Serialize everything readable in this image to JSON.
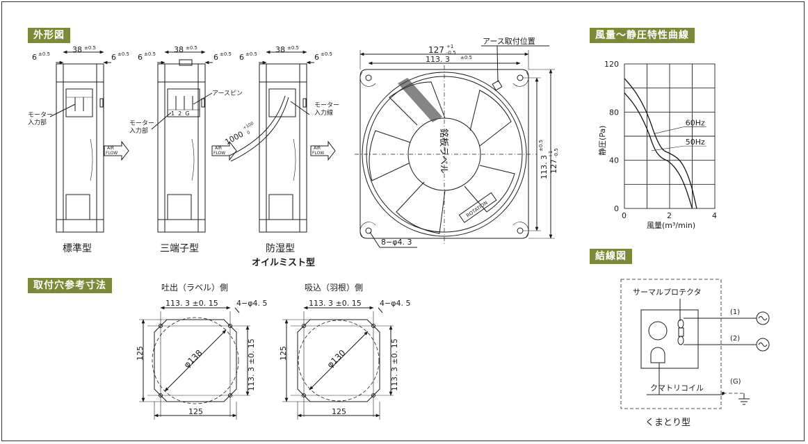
{
  "headers": {
    "outline": "外形図",
    "characteristic": "風量～静圧特性曲線",
    "wiring": "結線図",
    "mounting": "取付穴参考寸法"
  },
  "side_views": {
    "standard": {
      "dim_total": "38",
      "dim_tol": "±0.5",
      "dim_left": "6",
      "dim_right": "6",
      "dim_side_tol": "±0.5",
      "label_motor_input": "モーター\n入力部",
      "air_flow": "AIR\nFLOW",
      "caption": "標準型"
    },
    "terminal": {
      "dim_total": "38",
      "dim_tol": "±0.5",
      "dim_left": "6",
      "dim_right": "6",
      "dim_side_tol": "±0.5",
      "label_earth_pin": "アースピン",
      "label_motor_input": "モーター\n入力部",
      "terminals": "1  2  G",
      "air_flow": "AIR\nFLOW",
      "caption": "三端子型"
    },
    "moisture": {
      "dim_total": "38",
      "dim_tol": "±0.5",
      "dim_left": "6",
      "dim_right": "6",
      "dim_side_tol": "±0.5",
      "label_motor_wire": "モーター\n入力線",
      "lead_length": "1000",
      "lead_tol_plus": "+100",
      "lead_tol_minus": "0",
      "air_flow": "AIR\nFLOW",
      "caption": "防湿型",
      "caption2": "オイルミスト型"
    }
  },
  "front_view": {
    "outer_dim": "127",
    "outer_tol_plus": "+1",
    "outer_tol_minus": "-0.5",
    "hole_pitch": "113. 3",
    "hole_tol": "±0.5",
    "earth_label": "アース取付位置",
    "holes": "8−φ4. 3",
    "nameplate": "銘板ラベル",
    "rotation": "ROTATION"
  },
  "mounting": {
    "outlet": {
      "title": "吐出（ラベル）側",
      "pitch": "113. 3 ±0. 15",
      "holes": "4−φ4. 5",
      "dia": "φ138",
      "width": "125",
      "height": "125",
      "vpitch": "113. 3 ±0. 15"
    },
    "inlet": {
      "title": "吸込（羽根）側",
      "pitch": "113. 3 ±0. 15",
      "holes": "4−φ4. 5",
      "dia": "φ130",
      "width": "125",
      "height": "125",
      "vpitch": "113. 3 ±0. 15"
    }
  },
  "wiring": {
    "thermal": "サーマルプロテクタ",
    "coil": "クマトリコイル",
    "t1": "(1)",
    "t2": "(2)",
    "tg": "(G)",
    "caption": "くまとり型"
  },
  "chart_data": {
    "type": "line",
    "xlabel": "風量(m³/min)",
    "ylabel": "静圧(Pa)",
    "xlim": [
      0,
      4
    ],
    "ylim": [
      0,
      120
    ],
    "xticks": [
      "0",
      "2",
      "4"
    ],
    "yticks": [
      "0",
      "40",
      "80",
      "120"
    ],
    "grid": true,
    "series": [
      {
        "name": "60Hz",
        "x": [
          0,
          0.5,
          1.0,
          1.4,
          1.7,
          2.0,
          2.5,
          2.9,
          3.2
        ],
        "y": [
          108,
          97,
          80,
          58,
          48,
          46,
          40,
          24,
          0
        ]
      },
      {
        "name": "50Hz",
        "x": [
          0,
          0.5,
          1.0,
          1.3,
          1.6,
          2.0,
          2.4,
          2.7,
          3.0
        ],
        "y": [
          96,
          85,
          67,
          50,
          42,
          39,
          30,
          18,
          0
        ]
      }
    ]
  }
}
